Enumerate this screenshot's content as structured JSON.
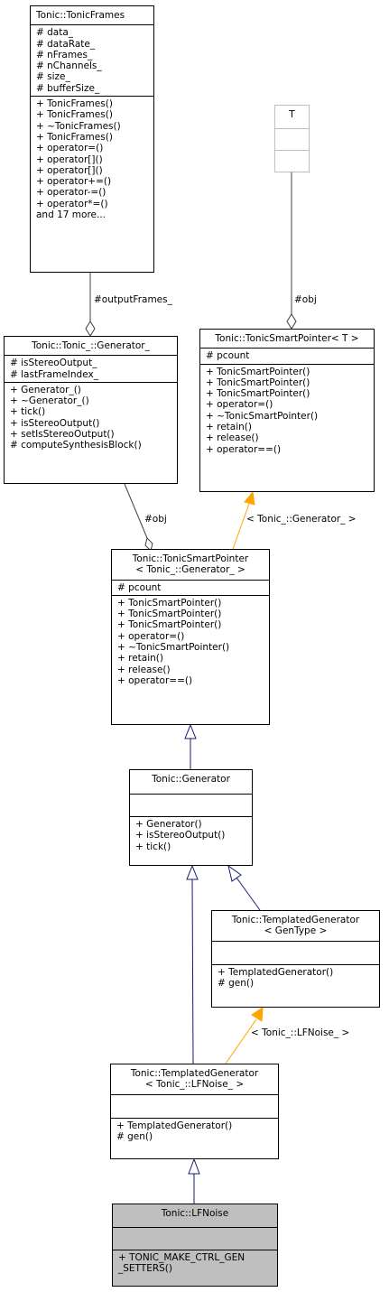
{
  "nodes": {
    "tonic_frames": {
      "title": [
        "Tonic::TonicFrames"
      ],
      "attributes": [
        "# data_",
        "# dataRate_",
        "# nFrames_",
        "# nChannels_",
        "# size_",
        "# bufferSize_"
      ],
      "methods": [
        "+ TonicFrames()",
        "+ TonicFrames()",
        "+ ~TonicFrames()",
        "+ TonicFrames()",
        "+ operator=()",
        "+ operator[]()",
        "+ operator[]()",
        "+ operator+=()",
        "+ operator-=()",
        "+ operator*=()",
        "and 17 more..."
      ]
    },
    "template_t": {
      "title": [
        "T"
      ],
      "attributes": [],
      "methods": []
    },
    "generator_impl": {
      "title": [
        "Tonic::Tonic_::Generator_"
      ],
      "attributes": [
        "# isStereoOutput_",
        "# lastFrameIndex_"
      ],
      "methods": [
        "+ Generator_()",
        "+ ~Generator_()",
        "+ tick()",
        "+ isStereoOutput()",
        "+ setIsStereoOutput()",
        "# computeSynthesisBlock()"
      ]
    },
    "smart_pointer_t": {
      "title": [
        "Tonic::TonicSmartPointer< T >"
      ],
      "attributes": [
        "# pcount"
      ],
      "methods": [
        "+ TonicSmartPointer()",
        "+ TonicSmartPointer()",
        "+ TonicSmartPointer()",
        "+ operator=()",
        "+ ~TonicSmartPointer()",
        "+ retain()",
        "+ release()",
        "+ operator==()"
      ]
    },
    "smart_pointer_gen": {
      "title": [
        "Tonic::TonicSmartPointer",
        "< Tonic_::Generator_ >"
      ],
      "attributes": [
        "# pcount"
      ],
      "methods": [
        "+ TonicSmartPointer()",
        "+ TonicSmartPointer()",
        "+ TonicSmartPointer()",
        "+ operator=()",
        "+ ~TonicSmartPointer()",
        "+ retain()",
        "+ release()",
        "+ operator==()"
      ]
    },
    "generator": {
      "title": [
        "Tonic::Generator"
      ],
      "attributes": [],
      "methods": [
        "+ Generator()",
        "+ isStereoOutput()",
        "+ tick()"
      ]
    },
    "templated_gen_t": {
      "title": [
        "Tonic::TemplatedGenerator",
        "< GenType >"
      ],
      "attributes": [],
      "methods": [
        "+ TemplatedGenerator()",
        "# gen()"
      ]
    },
    "templated_gen_lf": {
      "title": [
        "Tonic::TemplatedGenerator",
        "< Tonic_::LFNoise_ >"
      ],
      "attributes": [],
      "methods": [
        "+ TemplatedGenerator()",
        "# gen()"
      ]
    },
    "lfnoise": {
      "title": [
        "Tonic::LFNoise"
      ],
      "attributes": [],
      "methods": [
        "+ TONIC_MAKE_CTRL_GEN",
        "_SETTERS()"
      ]
    }
  },
  "edge_labels": {
    "output_frames": "#outputFrames_",
    "obj_t": "#obj",
    "obj_gen": "#obj",
    "bind_generator": "< Tonic_::Generator_ >",
    "bind_lfnoise": "< Tonic_::LFNoise_ >"
  },
  "colors": {
    "inheritance": "#191970",
    "template_binding": "#ffa500",
    "usage": "#404040",
    "highlight_fill": "#bfbfbf",
    "template_border": "#bfbfbf"
  }
}
